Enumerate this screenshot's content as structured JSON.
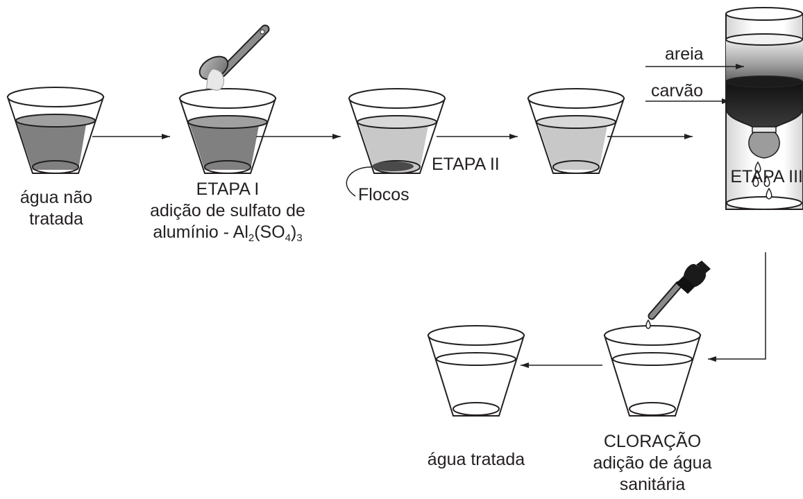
{
  "labels": {
    "untreated_line1": "água não",
    "untreated_line2": "tratada",
    "stage1_title": "ETAPA I",
    "stage1_line2": "adição de sulfato de",
    "stage1_line3_prefix": "alumínio - Al",
    "stage1_sub1": "2",
    "stage1_mid": "(SO",
    "stage1_sub2": "4",
    "stage1_close": ")",
    "stage1_sub3": "3",
    "stage2_title": "ETAPA II",
    "flocs": "Flocos",
    "sand": "areia",
    "charcoal": "carvão",
    "stage3_title": "ETAPA III",
    "treated": "água tratada",
    "chlorination_title": "CLORAÇÃO",
    "chlorination_line2": "adição de água",
    "chlorination_line3": "sanitária"
  },
  "colors": {
    "dirty_water": "#808080",
    "settled_water": "#c8c8c8",
    "clean_water": "#ffffff",
    "outline": "#231f20",
    "flocs": "#4a4a4a"
  },
  "icons": [
    "cup-icon",
    "spoon-icon",
    "dropper-icon",
    "filter-bottle-icon",
    "water-drop-icon",
    "flow-arrow-icon"
  ]
}
